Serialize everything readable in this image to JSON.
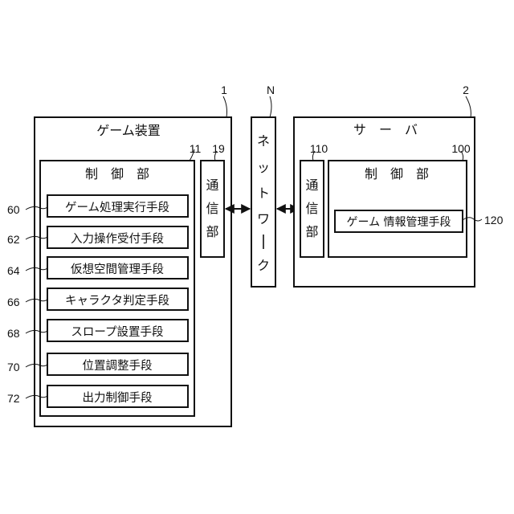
{
  "refs": {
    "game_device": "1",
    "network": "N",
    "server": "2",
    "device_control": "11",
    "device_comm": "19",
    "server_comm": "110",
    "server_control": "100",
    "server_means": "120",
    "m60": "60",
    "m62": "62",
    "m64": "64",
    "m66": "66",
    "m68": "68",
    "m70": "70",
    "m72": "72"
  },
  "game_device": {
    "title": "ゲーム装置",
    "control_title": "制　御　部",
    "comm": [
      "通",
      "信",
      "部"
    ],
    "means": [
      "ゲーム処理実行手段",
      "入力操作受付手段",
      "仮想空間管理手段",
      "キャラクタ判定手段",
      "スロープ設置手段",
      "位置調整手段",
      "出力制御手段"
    ]
  },
  "network": {
    "chars": [
      "ネ",
      "ッ",
      "ト",
      "ワ",
      "ー",
      "ク"
    ]
  },
  "server": {
    "title": "サ　ー　バ",
    "comm": [
      "通",
      "信",
      "部"
    ],
    "control_title": "制　御　部",
    "means": "ゲーム 情報管理手段"
  }
}
